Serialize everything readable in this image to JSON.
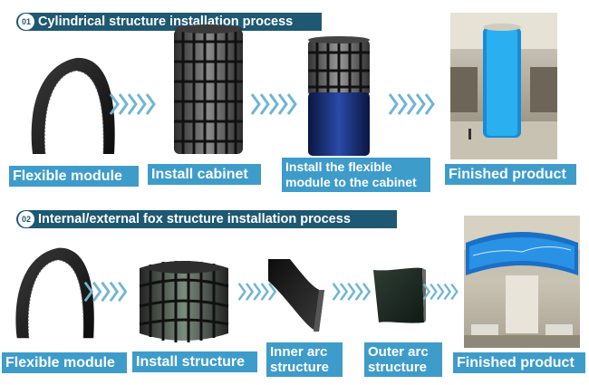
{
  "sections": [
    {
      "number": "01",
      "title": "Cylindrical structure installation process",
      "steps": [
        {
          "label": "Flexible module",
          "image": "flexible-module-icon"
        },
        {
          "label": "Install cabinet",
          "image": "cylindrical-cabinet-icon"
        },
        {
          "label_lines": [
            "Install the flexible",
            "module to the cabinet"
          ],
          "image": "cylinder-with-module-icon"
        },
        {
          "label": "Finished product",
          "image": "finished-cylinder-photo"
        }
      ]
    },
    {
      "number": "02",
      "title": "Internal/external fox structure installation process",
      "steps": [
        {
          "label": "Flexible module",
          "image": "flexible-module-icon"
        },
        {
          "label": "Install structure",
          "image": "arc-structure-icon"
        },
        {
          "label_lines": [
            "Inner arc",
            "structure"
          ],
          "image": "inner-arc-icon"
        },
        {
          "label_lines": [
            "Outer arc",
            "structure"
          ],
          "image": "outer-arc-icon"
        },
        {
          "label": "Finished product",
          "image": "finished-ring-photo"
        }
      ]
    }
  ],
  "colors": {
    "header_bg": "#1e5872",
    "label_bg": "#3e9ccb",
    "arrow": "#6fb5d4"
  }
}
